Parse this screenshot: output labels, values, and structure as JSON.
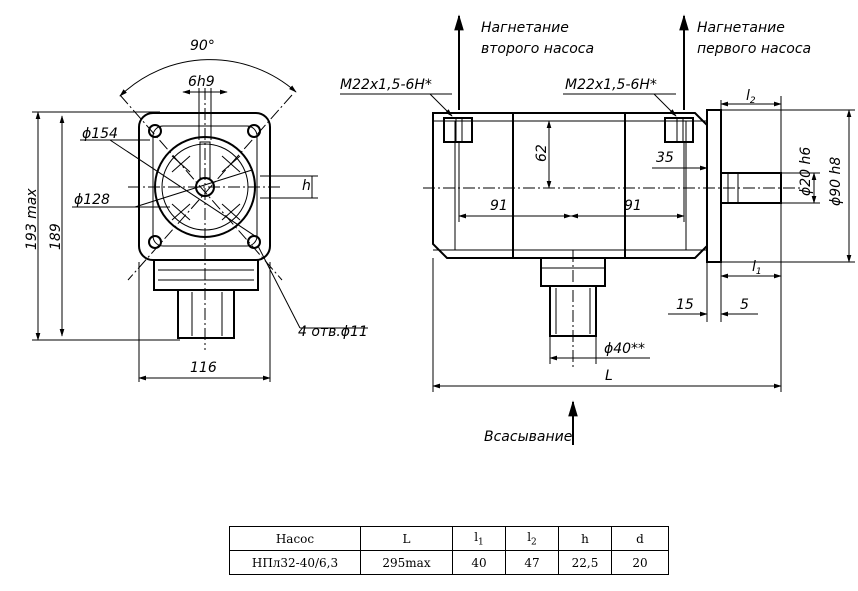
{
  "front_view": {
    "angle_label": "90°",
    "keyway_label": "6h9",
    "pcd_label": "ϕ154",
    "circle_label": "ϕ128",
    "h_label": "h",
    "height_max_label": "193 max",
    "height_label": "189",
    "holes_label": "4 отв.ϕ11",
    "width_label": "116"
  },
  "side_view": {
    "thread_left_label": "M22x1,5-6H*",
    "thread_right_label": "M22x1,5-6H*",
    "dim_62": "62",
    "dim_91_left": "91",
    "dim_91_right": "91",
    "dim_35": "35",
    "dim_20_label": "ϕ20 h6",
    "dim_90_label": "ϕ90 h8",
    "dim_15": "15",
    "dim_5": "5",
    "dim_40_label": "ϕ40**",
    "dim_L": "L",
    "dim_l1": "l",
    "dim_l1_sub": "1",
    "dim_l2": "l",
    "dim_l2_sub": "2"
  },
  "flows": {
    "discharge_second_line1": "Нагнетание",
    "discharge_second_line2": "второго насоса",
    "discharge_first_line1": "Нагнетание",
    "discharge_first_line2": "первого насоса",
    "suction": "Всасывание"
  },
  "table": {
    "headers": {
      "pump": "Насос",
      "L": "L",
      "l1": "l",
      "l1_sub": "1",
      "l2": "l",
      "l2_sub": "2",
      "h": "h",
      "d": "d"
    },
    "row": {
      "pump": "НПл32-40/6,3",
      "L": "295max",
      "l1": "40",
      "l2": "47",
      "h": "22,5",
      "d": "20"
    }
  }
}
